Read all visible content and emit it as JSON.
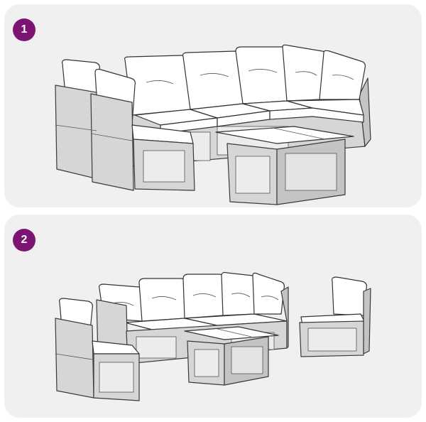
{
  "steps": [
    {
      "number": "1",
      "illustration": "assembled-wicker-sofa-set"
    },
    {
      "number": "2",
      "illustration": "separated-wicker-sofa-modules"
    }
  ],
  "colors": {
    "panel_background": "#f0f0f0",
    "badge_background": "#7b1473",
    "badge_text": "#ffffff",
    "wicker": "#d6d6d6",
    "cushion": "#ffffff"
  }
}
